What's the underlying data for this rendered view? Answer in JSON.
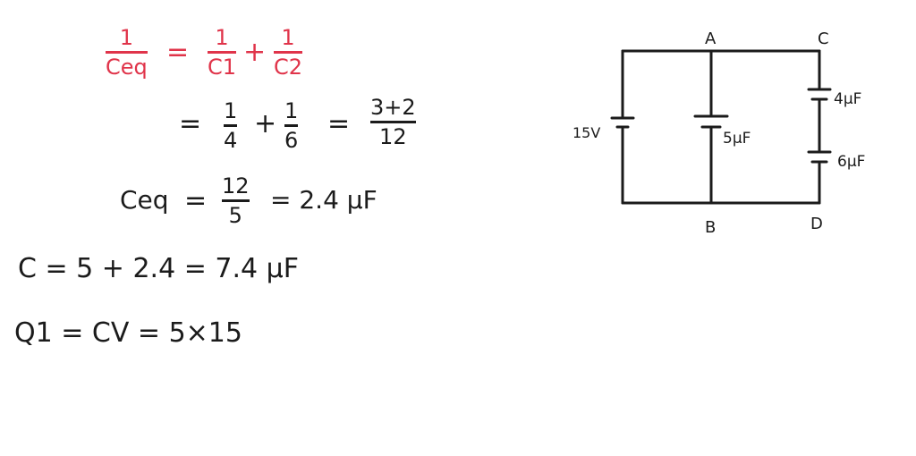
{
  "colors": {
    "ink": "#1b1b1b",
    "accent": "#e0344a",
    "background": "#ffffff"
  },
  "eq1": {
    "lhs_num": "1",
    "lhs_den": "Ceq",
    "equals": "=",
    "t1_num": "1",
    "t1_den": "C1",
    "plus": "+",
    "t2_num": "1",
    "t2_den": "C2"
  },
  "eq2": {
    "equals": "=",
    "t1_num": "1",
    "t1_den": "4",
    "plus": "+",
    "t2_num": "1",
    "t2_den": "6",
    "equals2": "=",
    "r_num": "3+2",
    "r_den": "12"
  },
  "eq3": {
    "lhs": "Ceq",
    "equals": "=",
    "num": "12",
    "den": "5",
    "rhs": "= 2.4 μF"
  },
  "eq4": {
    "text": "C = 5 + 2.4 = 7.4 μF"
  },
  "eq5": {
    "text": "Q1 = CV = 5×15"
  },
  "circuit": {
    "node_a": "A",
    "node_b": "B",
    "node_c": "C",
    "node_d": "D",
    "battery_label": "15V",
    "cap_middle": "5μF",
    "cap_right_top": "4μF",
    "cap_right_bottom": "6μF"
  }
}
